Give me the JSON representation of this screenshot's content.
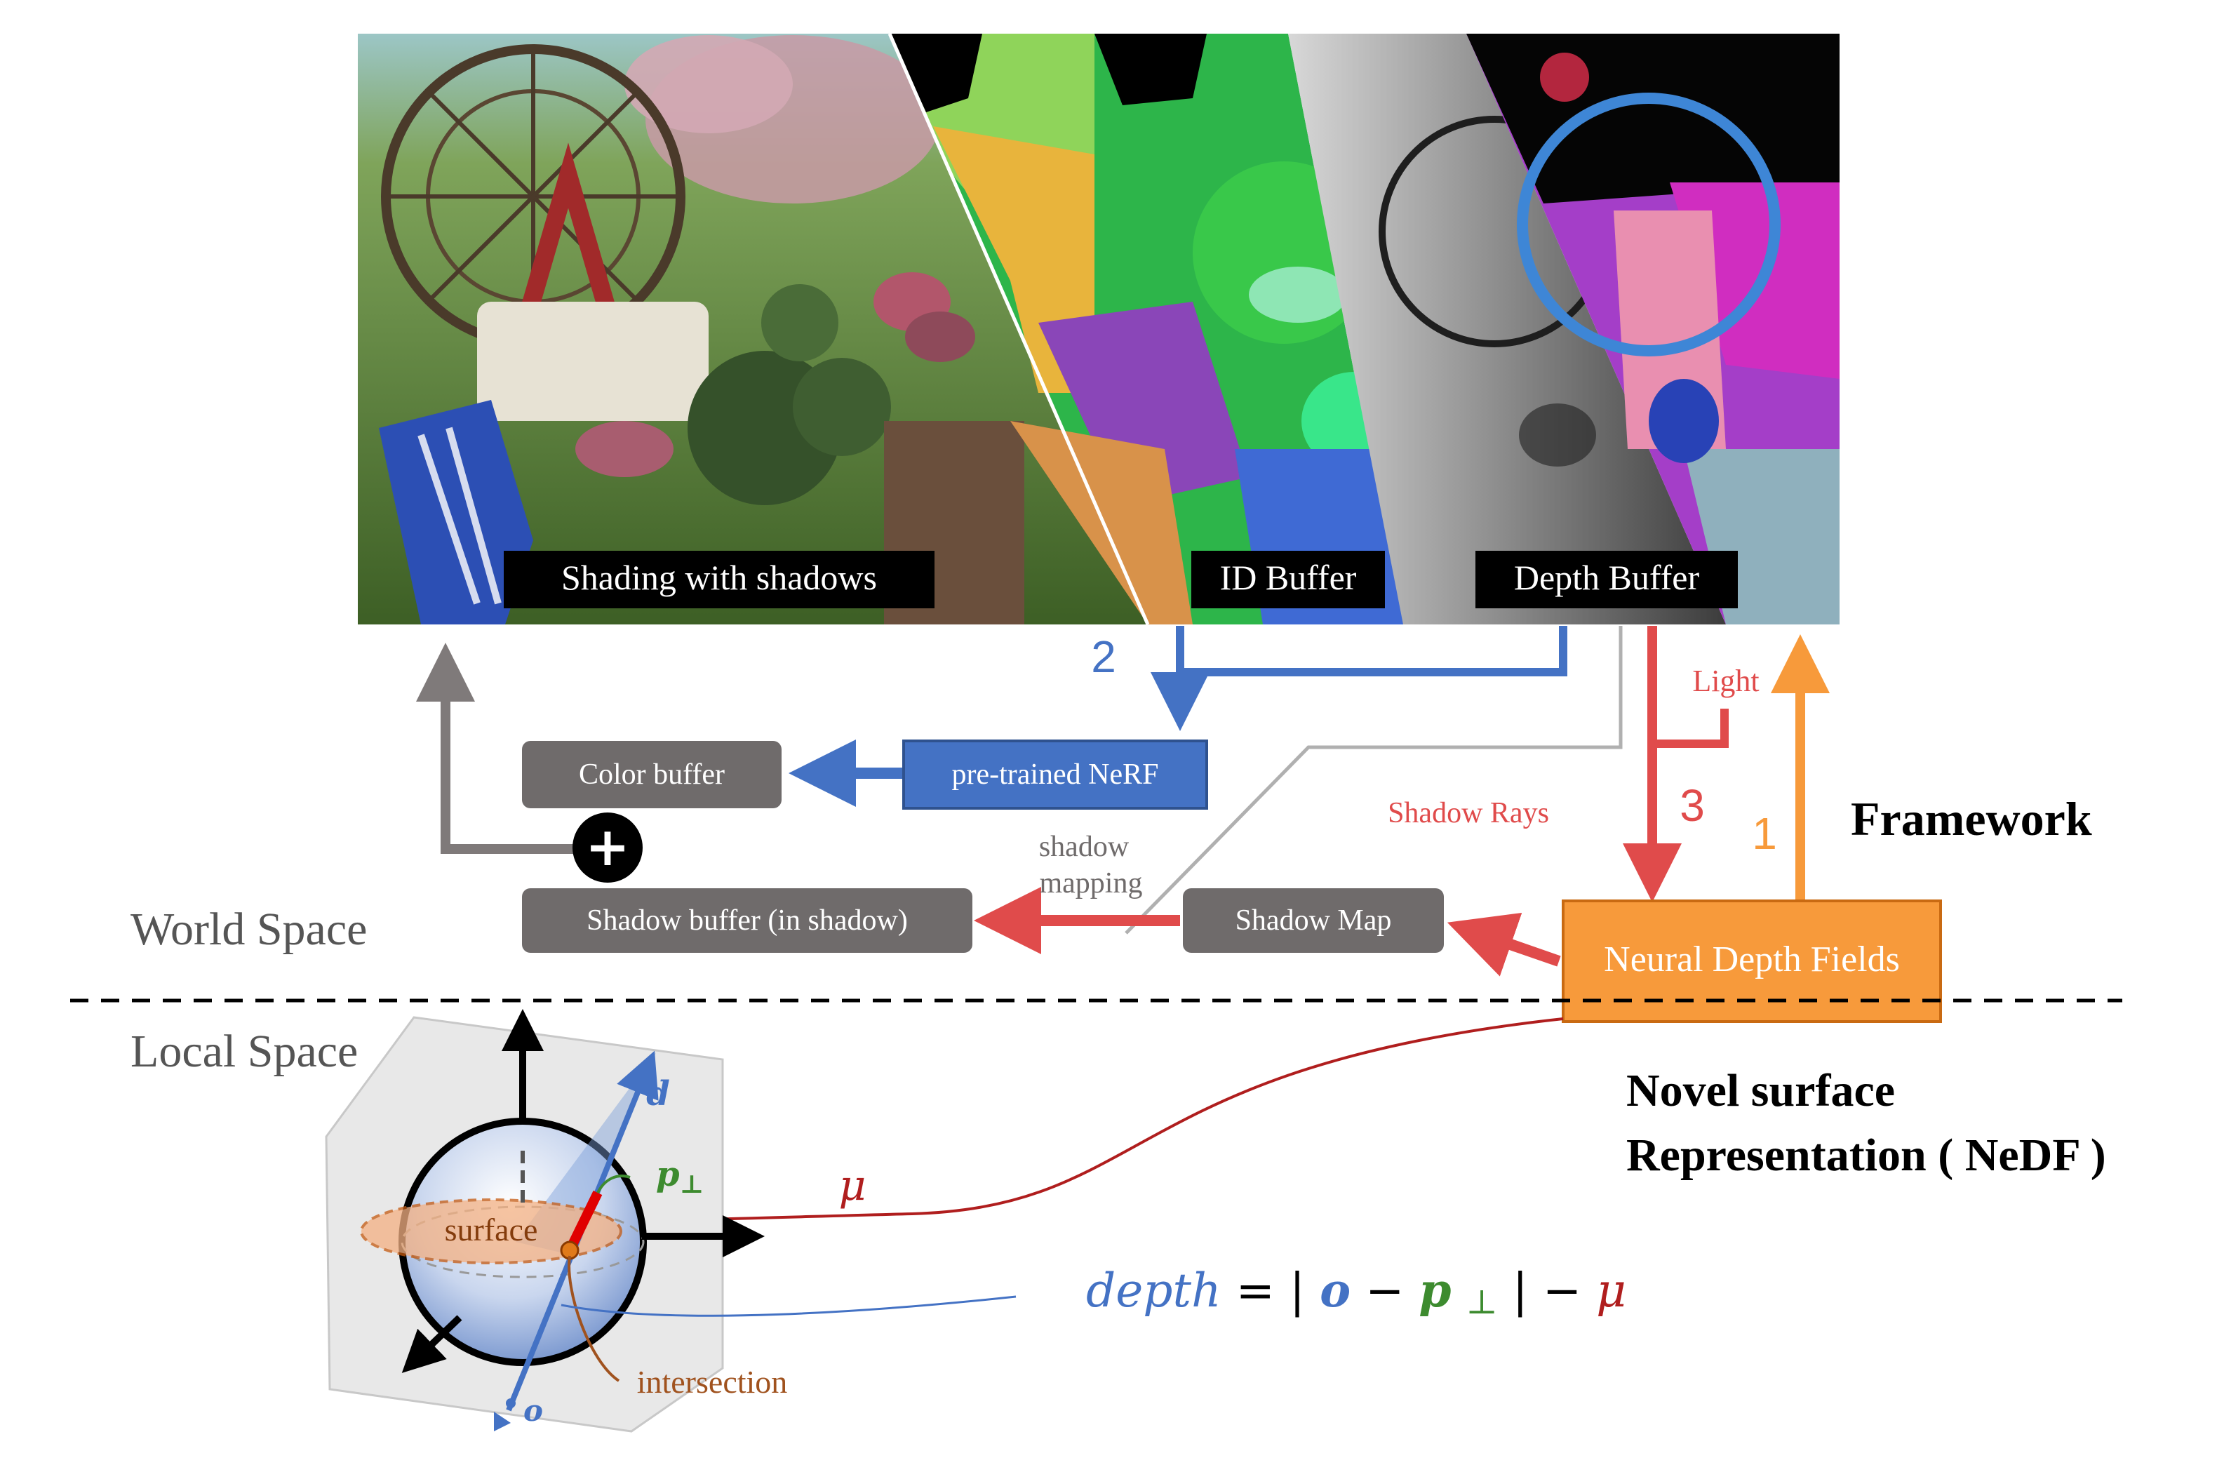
{
  "colors": {
    "blue": "#4472c4",
    "red": "#e04b4b",
    "orange": "#f79a3b",
    "gray_box": "#6f6b6b",
    "gray_arrow": "#7f7a7a",
    "dark_red": "#b01e1e",
    "green": "#3d8b2f",
    "brown": "#a0521e"
  },
  "image_labels": {
    "shading": "Shading with shadows",
    "id_buffer": "ID Buffer",
    "depth_buffer": "Depth Buffer"
  },
  "boxes": {
    "color_buffer": "Color buffer",
    "pretrained_nerf": "pre-trained NeRF",
    "shadow_buffer": "Shadow buffer (in shadow)",
    "shadow_map": "Shadow Map",
    "nedf": "Neural Depth Fields"
  },
  "labels": {
    "step1": "1",
    "step2": "2",
    "step3": "3",
    "light": "Light",
    "shadow_rays": "Shadow Rays",
    "shadow_mapping_1": "shadow",
    "shadow_mapping_2": "mapping",
    "plus": "+",
    "world_space": "World Space",
    "local_space": "Local Space",
    "framework": "Framework",
    "novel_1": "Novel surface",
    "novel_2": "Representation ( NeDF )"
  },
  "local_labels": {
    "d": "d",
    "p_perp": "p",
    "perp_sub": "⊥",
    "mu": "μ",
    "surface": "surface",
    "intersection": "intersection",
    "o": "o"
  },
  "equation": {
    "lhs": "depth",
    "eq": " = |",
    "o": "o",
    "minus": " − ",
    "p": "p",
    "perp": "⊥",
    "rest_bar": "| − ",
    "mu": "μ"
  }
}
